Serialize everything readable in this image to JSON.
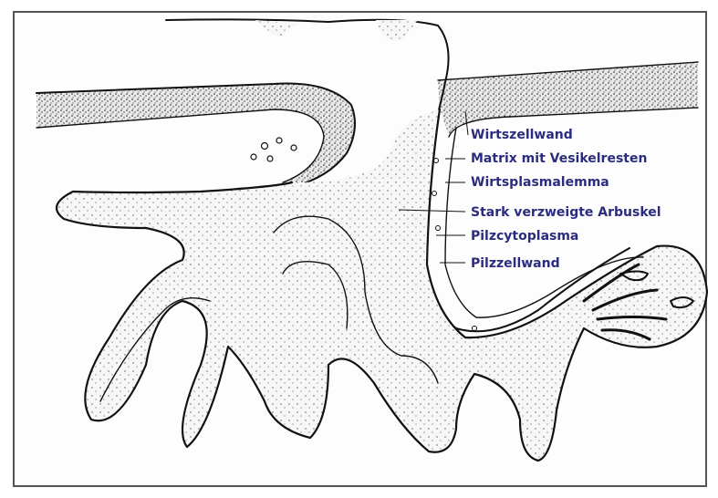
{
  "labels": [
    "Wirtszellwand",
    "Matrix mit Vesikelresten",
    "Wirtsplasmalemma",
    "Stark verzweigte Arbuskel",
    "Pilzcytoplasma",
    "Pilzzellwand"
  ],
  "colors": {
    "label_text": "#2b2c80",
    "line": "#111111",
    "frame": "#555555"
  }
}
